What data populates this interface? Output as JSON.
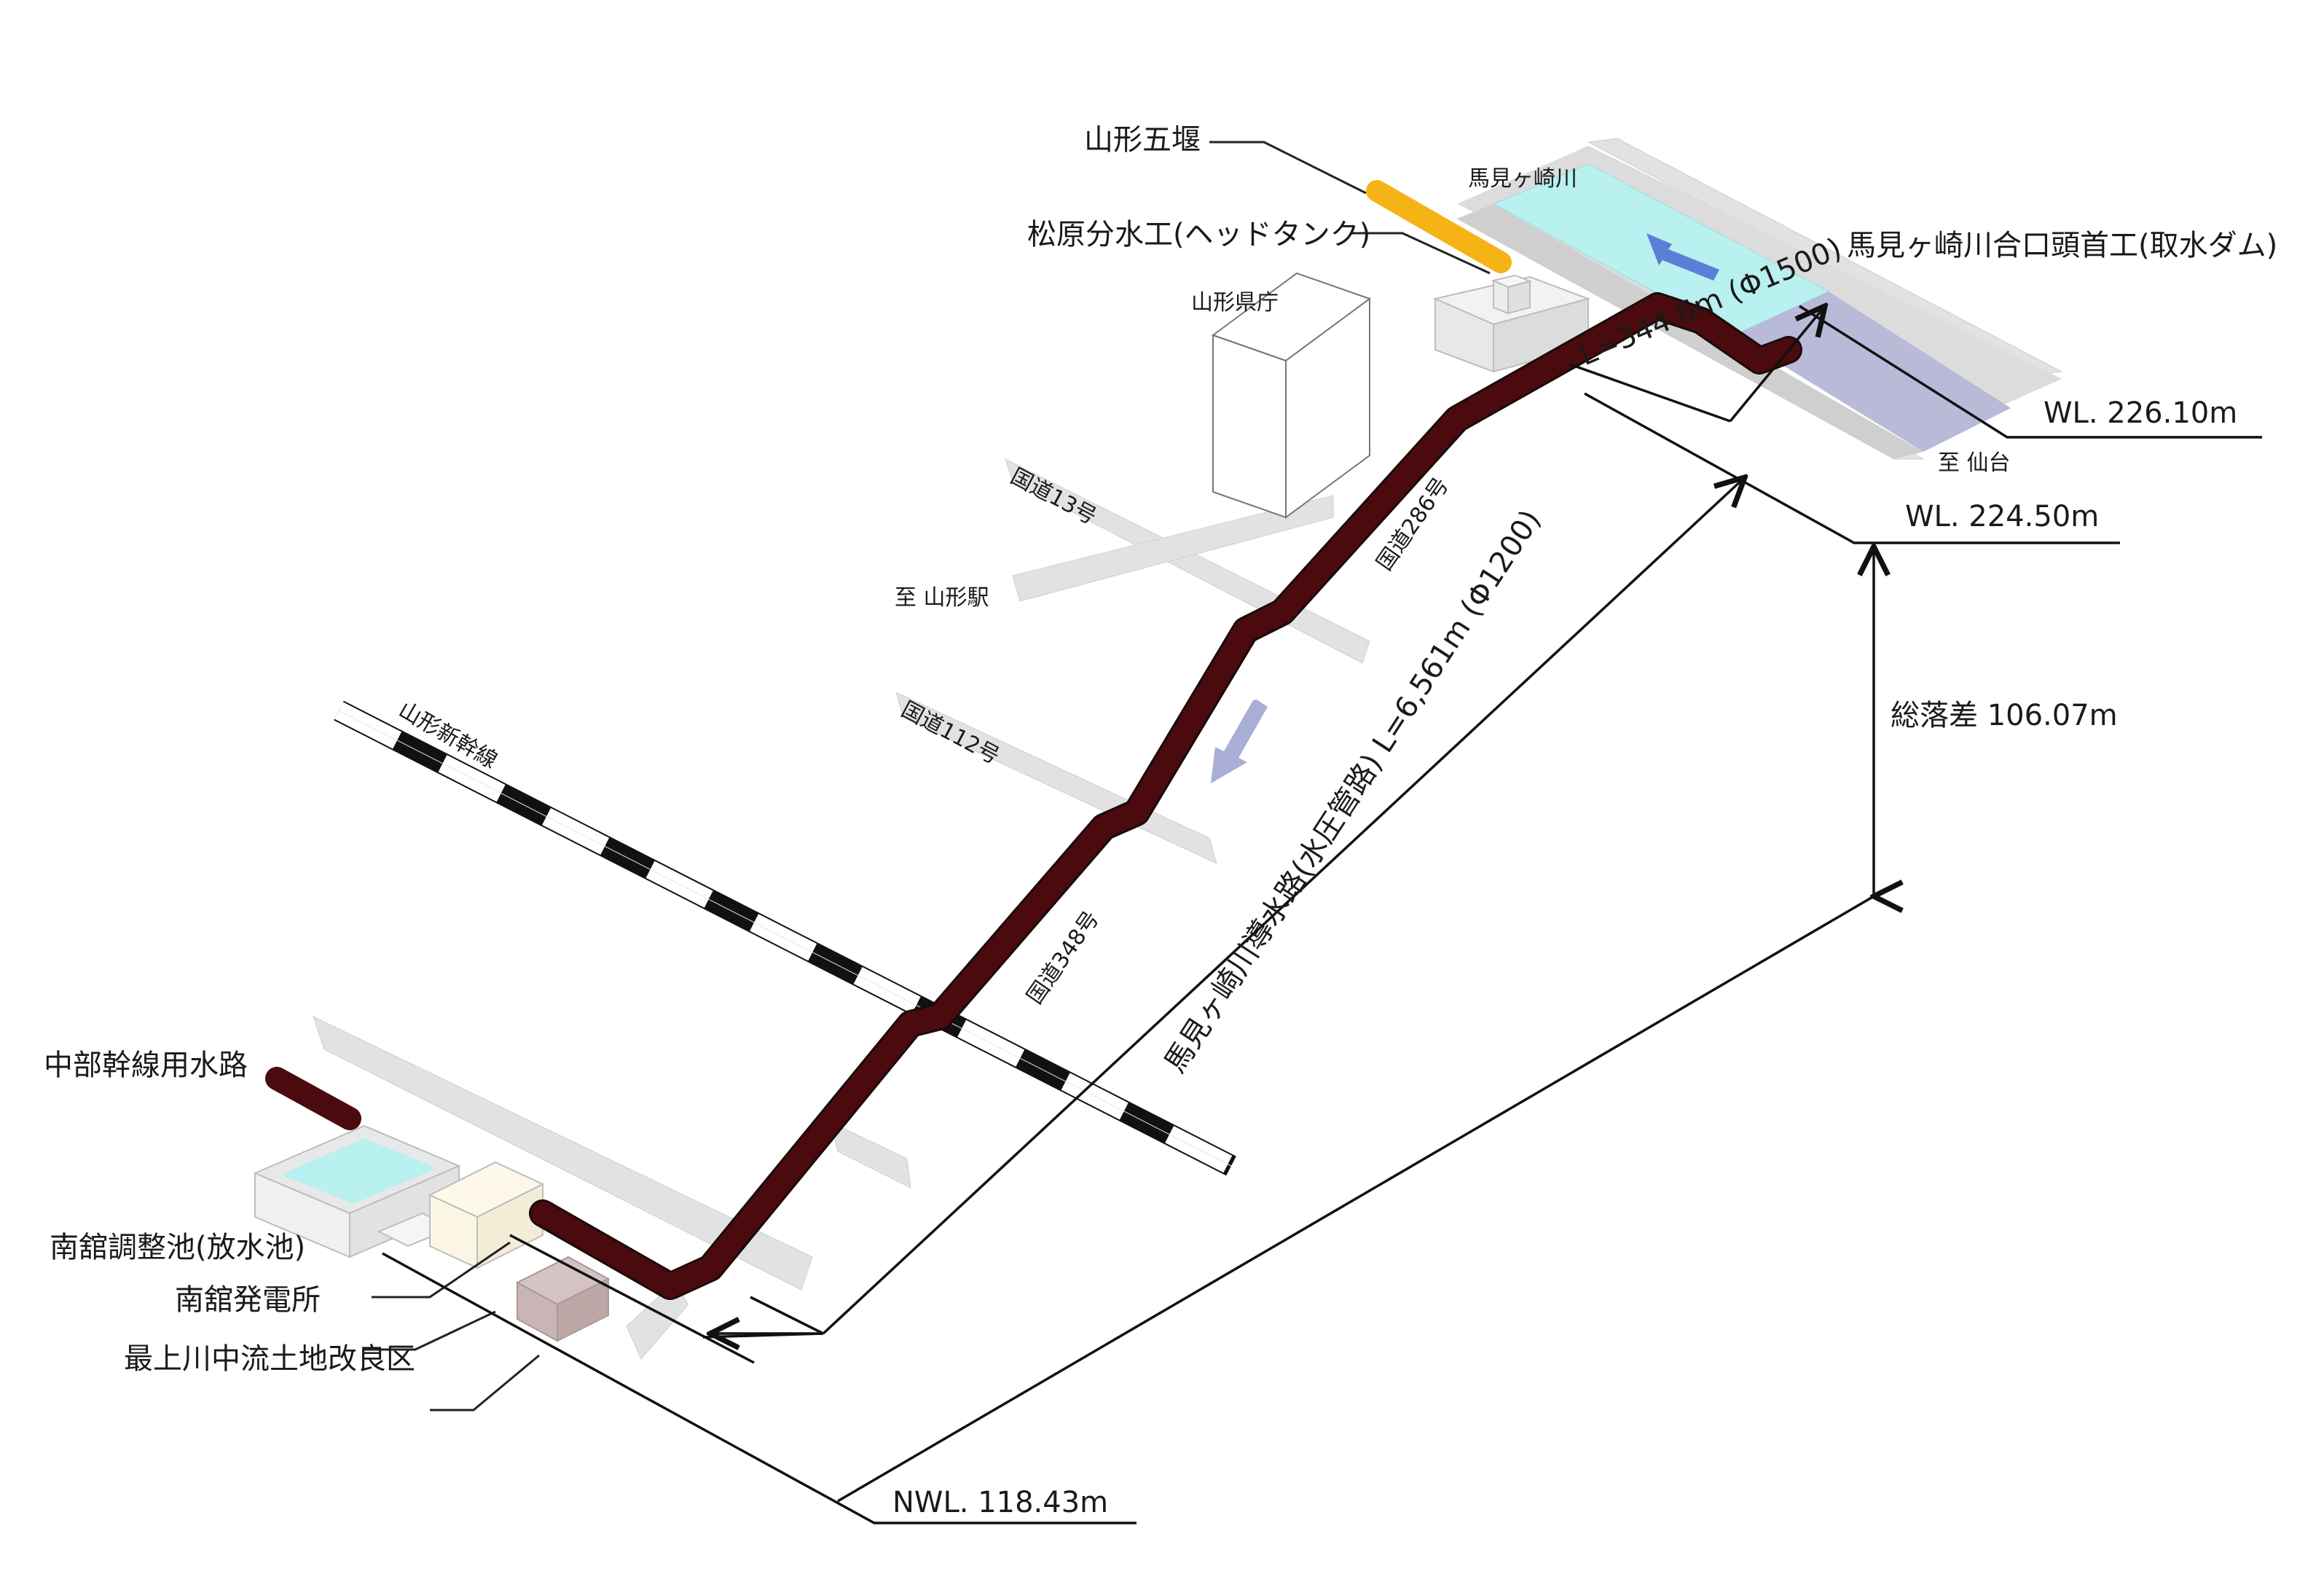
{
  "labels": {
    "yamagata_goseki": "山形五堰",
    "matsubara_bunsuiko": "松原分水工(ヘッドタンク)",
    "mamigasaki_river": "馬見ヶ崎川",
    "intake_dam": "馬見ヶ崎川合口頭首工(取水ダム)",
    "prefectural_office": "山形県庁",
    "route13": "国道13号",
    "route286": "国道286号",
    "route112": "国道112号",
    "route348": "国道348号",
    "to_yamagata_station": "至 山形駅",
    "to_sendai": "至 仙台",
    "shinkansen": "山形新幹線",
    "chubu_canal": "中部幹線用水路",
    "minamidate_pond": "南舘調整池(放水池)",
    "minamidate_power": "南舘発電所",
    "land_improvement": "最上川中流土地改良区"
  },
  "dimensions": {
    "wl_top": "WL. 226.10m",
    "wl_second": "WL. 224.50m",
    "total_head": "総落差 106.07m",
    "nwl_bottom": "NWL. 118.43m",
    "pipe_upper": "L=344.6m (Φ1500)",
    "pipe_main": "馬見ヶ崎川導水路(水圧管路)  L=6,561m (Φ1200)"
  },
  "colors": {
    "pipeline": "#4a0a0e",
    "water": "#b9f0f0",
    "goseki": "#f5b316",
    "flow_arrow": "#5b7fd6",
    "flow_arrow_down": "#a9aed6",
    "road": "#e2e2e2",
    "intake_basin": "#b9b9d8",
    "powerhouse": "#fbf5e3",
    "land_office": "#c9b5b5"
  },
  "icons": {
    "river_flow": "arrow-left-icon",
    "pipe_flow": "arrow-down-icon"
  }
}
